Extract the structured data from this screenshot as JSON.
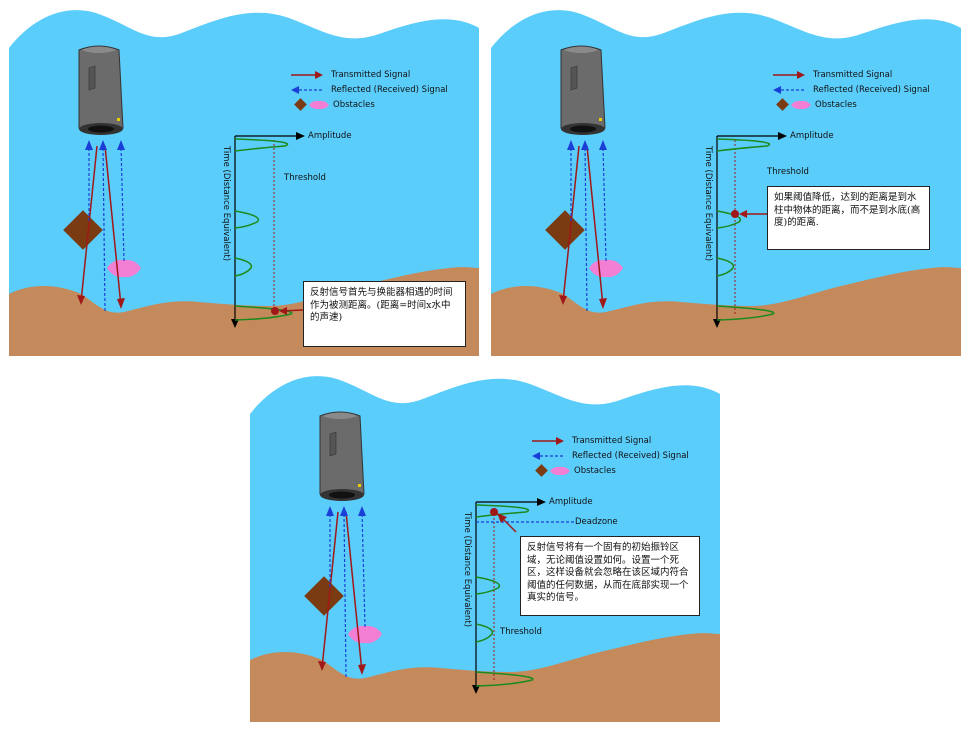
{
  "legend": {
    "transmitted": "Transmitted Signal",
    "reflected": "Reflected (Received) Signal",
    "obstacles": "Obstacles"
  },
  "labels": {
    "amplitude": "Amplitude",
    "time_axis": "Time (Distance Equivalent)",
    "threshold": "Threshold",
    "deadzone": "Deadzone"
  },
  "panels": [
    {
      "note": "反射信号首先与换能器相遇的时间作为被测距离。(距离=时间x水中的声速)"
    },
    {
      "note": "如果阈值降低，达到的距离是到水柱中物体的距离，而不是到水底(高度)的距离."
    },
    {
      "note": "反射信号将有一个固有的初始振铃区域，无论阈值设置如何。设置一个死区，这样设备就会忽略在该区域内符合阈值的任何数据，从而在底部实现一个真实的信号。"
    }
  ],
  "colors": {
    "water": "#5bcdfb",
    "seabed": "#c48a5c",
    "transmitted": "#a01818",
    "reflected": "#1a3fd6",
    "obstacle_box": "#7a3a12",
    "obstacle_fish": "#f27fd4",
    "echo": "#1c8a1c"
  },
  "icons": [
    "transducer-icon",
    "obstacle-box-icon",
    "obstacle-fish-icon"
  ]
}
